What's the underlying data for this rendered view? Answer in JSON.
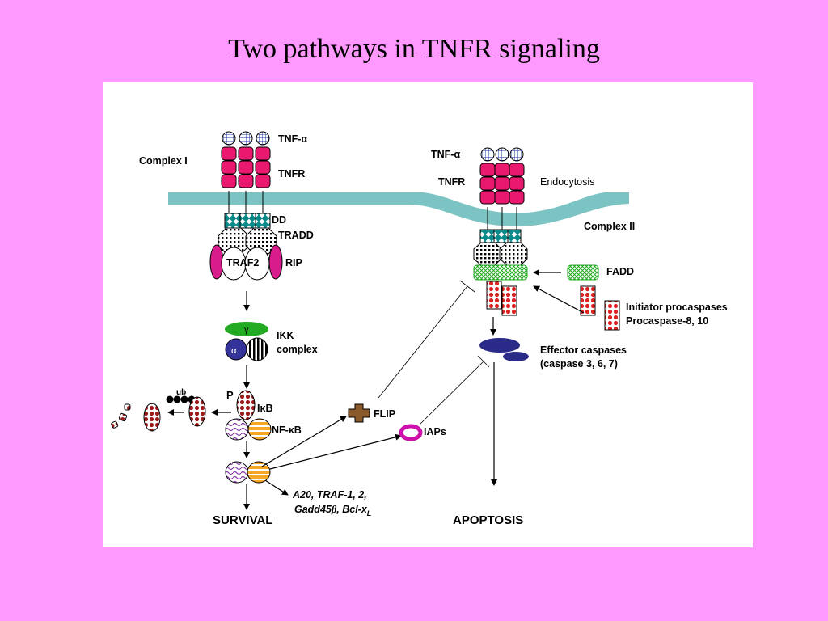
{
  "slide": {
    "title": "Two pathways in TNFR signaling"
  },
  "diagram": {
    "complex1": {
      "label": "Complex I",
      "tnf_alpha": "TNF-α",
      "tnfr": "TNFR",
      "dd": "DD",
      "tradd": "TRADD",
      "traf2": "TRAF2",
      "rip": "RIP"
    },
    "ikk": {
      "gamma": "γ",
      "alpha": "α",
      "line1": "IKK",
      "line2": "complex"
    },
    "nfkb_path": {
      "ub": "ub",
      "p": "P",
      "ikb": "IκB",
      "nfkb": "NF-κB",
      "genes_line1": "A20, TRAF-1, 2,",
      "genes_line2_a": "Gadd45",
      "genes_line2_b": "β",
      "genes_line2_c": ", Bcl-x",
      "genes_line2_sub": "L",
      "survival": "SURVIVAL"
    },
    "inhibitors": {
      "flip": "FLIP",
      "iaps": "IAPs"
    },
    "complex2": {
      "tnf_alpha": "TNF-α",
      "tnfr": "TNFR",
      "endocytosis": "Endocytosis",
      "label": "Complex II",
      "fadd": "FADD",
      "initiator_line1": "Initiator procaspases",
      "initiator_line2": "Procaspase-8, 10",
      "effector_line1": "Effector caspases",
      "effector_line2": "(caspase 3, 6, 7)",
      "apoptosis": "APOPTOSIS"
    },
    "colors": {
      "background": "#ff99ff",
      "membrane": "#7cc4c4",
      "receptor": "#e8196e",
      "traf_rip": "#d81c8c",
      "ikk_gamma": "#22aa22",
      "ikk_alpha": "#333399",
      "caspase_red": "#dd2222",
      "effector": "#2a2a88",
      "flip": "#8b5a2b",
      "iaps": "#cc11aa",
      "fadd": "#22aa22",
      "nfkb_stripes": "#f5a623",
      "dd_teal": "#0b8a8a"
    }
  }
}
